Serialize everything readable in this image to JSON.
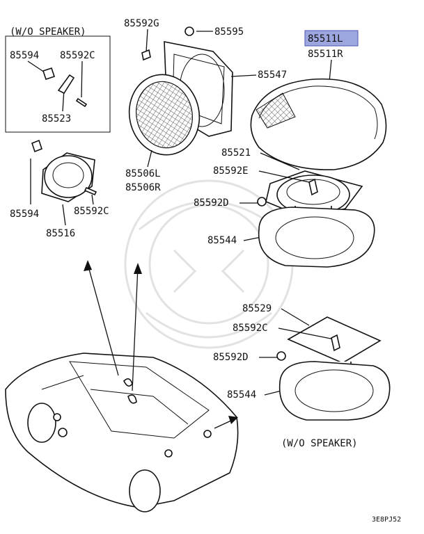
{
  "highlight_color": "#9ea6e0",
  "captions": {
    "without_speaker_top": "(W/O SPEAKER)",
    "without_speaker_bottom": "(W/O SPEAKER)",
    "figure_code": "3E8PJ52"
  },
  "part_labels": {
    "p85592G": "85592G",
    "p85595": "85595",
    "p85511L": "85511L",
    "p85511R": "85511R",
    "p85547": "85547",
    "p85594_box": "85594",
    "p85592C_box": "85592C",
    "p85523": "85523",
    "p85521": "85521",
    "p85506L": "85506L",
    "p85506R": "85506R",
    "p85592E": "85592E",
    "p85592D_top": "85592D",
    "p85594": "85594",
    "p85592C_left": "85592C",
    "p85516": "85516",
    "p85544_top": "85544",
    "p85529": "85529",
    "p85592C_bottom": "85592C",
    "p85592D_bottom": "85592D",
    "p85544_bottom": "85544"
  }
}
